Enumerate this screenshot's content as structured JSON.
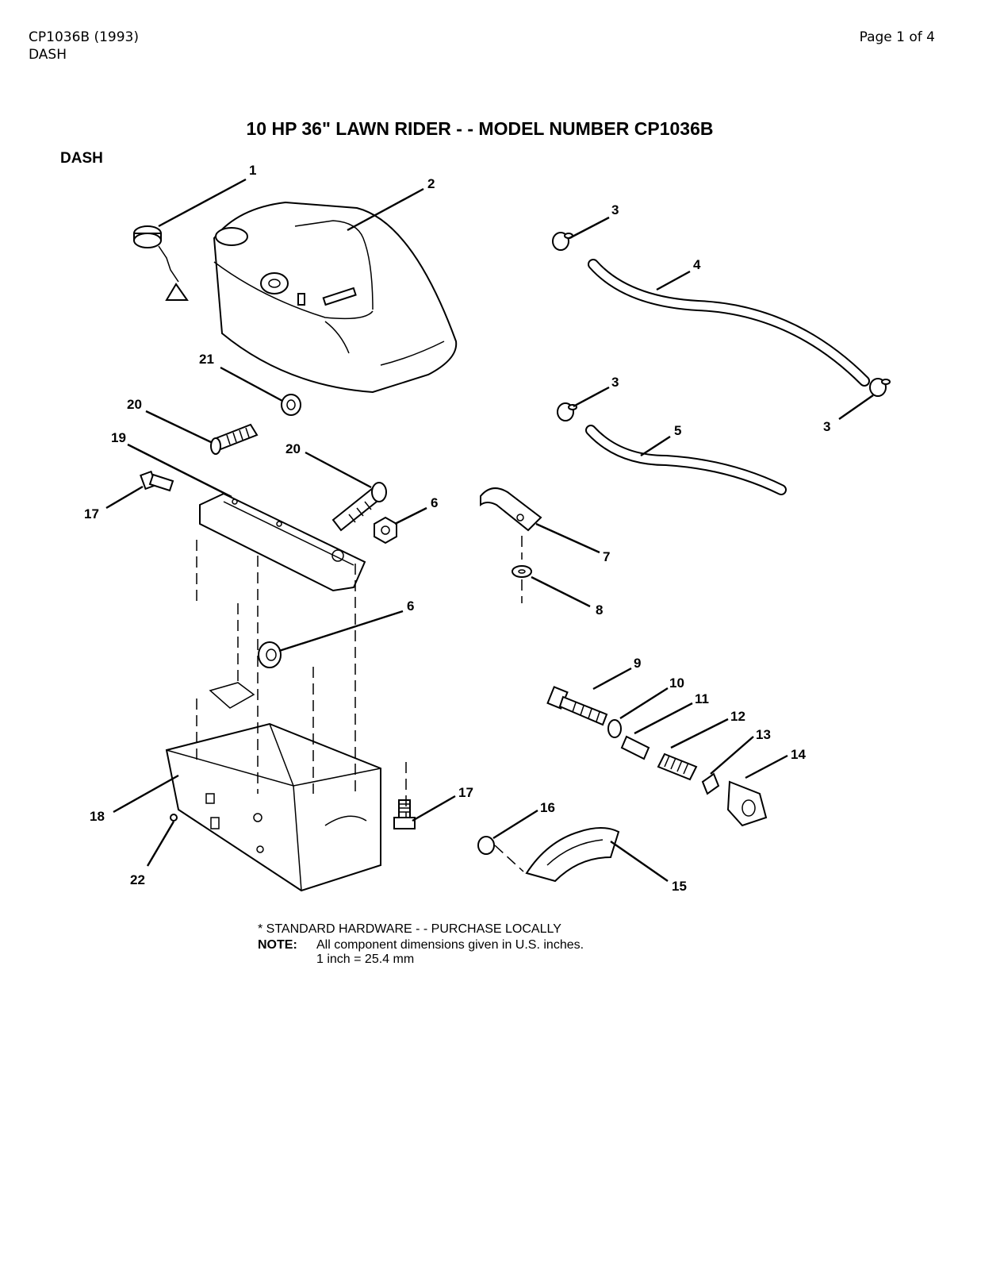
{
  "header": {
    "doc_id": "CP1036B (1993)",
    "section": "DASH",
    "page": "Page 1 of 4"
  },
  "diagram": {
    "title": "10 HP 36\" LAWN RIDER - - MODEL NUMBER CP1036B",
    "section_label": "DASH",
    "callouts": [
      "1",
      "2",
      "3",
      "4",
      "3",
      "3",
      "5",
      "6",
      "7",
      "8",
      "6",
      "9",
      "10",
      "11",
      "12",
      "13",
      "14",
      "15",
      "16",
      "17",
      "17",
      "18",
      "19",
      "20",
      "20",
      "21",
      "22"
    ],
    "notes": {
      "standard_hardware": "* STANDARD HARDWARE - - PURCHASE LOCALLY",
      "note_label": "NOTE:",
      "note_text": "All component dimensions given in U.S. inches.",
      "conversion": "1 inch = 25.4 mm"
    }
  }
}
